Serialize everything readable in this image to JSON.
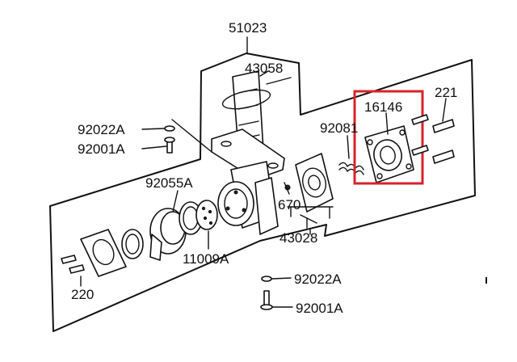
{
  "diagram": {
    "callouts": {
      "top_label": "51023",
      "bracket_label": "43058",
      "bolt_a1": "92022A",
      "bolt_a2": "92001A",
      "gasket_label": "92055A",
      "valve_label": "92081",
      "highlighted_part": "16146",
      "screws_label": "221",
      "small_part": "670",
      "assembly_label": "43028",
      "disc_label": "11009A",
      "bottom_left": "220",
      "bolt_b1": "92022A",
      "bolt_b2": "92001A"
    },
    "highlight_color": "#d9232a"
  }
}
